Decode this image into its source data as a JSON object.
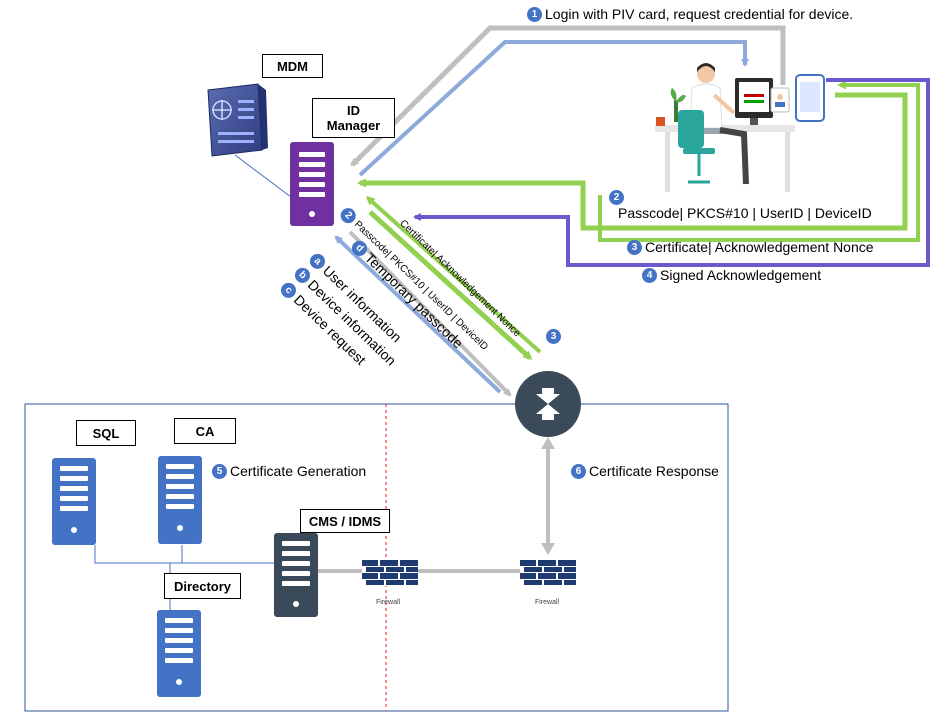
{
  "boxes": {
    "mdm": "MDM",
    "id_manager": "ID Manager",
    "sql": "SQL",
    "ca": "CA",
    "directory": "Directory",
    "cms_idms": "CMS / IDMS"
  },
  "steps": {
    "s1": {
      "badge": "1",
      "text": "Login with PIV card, request credential for device."
    },
    "s2": {
      "badge": "2",
      "text": "Passcode| PKCS#10 | UserID | DeviceID"
    },
    "s3": {
      "badge": "3",
      "text": "Certificate| Acknowledgement Nonce"
    },
    "s4": {
      "badge": "4",
      "text": "Signed Acknowledgement"
    },
    "s5": {
      "badge": "5",
      "text": "Certificate Generation"
    },
    "s6": {
      "badge": "6",
      "text": "Certificate Response"
    }
  },
  "diag": {
    "a": {
      "badge": "a",
      "text": "User information"
    },
    "b": {
      "badge": "b",
      "text": "Device information"
    },
    "c": {
      "badge": "c",
      "text": "Device request"
    },
    "d": {
      "badge": "d",
      "text": "Temporary passcode"
    },
    "two": {
      "badge": "2",
      "text": "Passcode| PKCS#10 | UserID | DeviceID"
    },
    "three": {
      "badge": "3",
      "text": "Certificate| Acknowledgement Nonce"
    }
  },
  "firewalls": {
    "left": "Firewall",
    "right": "Firewall"
  },
  "colors": {
    "gray": "#bfbfbf",
    "blue": "#8eaadb",
    "green": "#92d050",
    "purple": "#6a5acd",
    "badge": "#4472c4",
    "server_blue": "#4472c4",
    "server_dark": "#3b4a5a",
    "id_manager_purple": "#7030a0"
  }
}
